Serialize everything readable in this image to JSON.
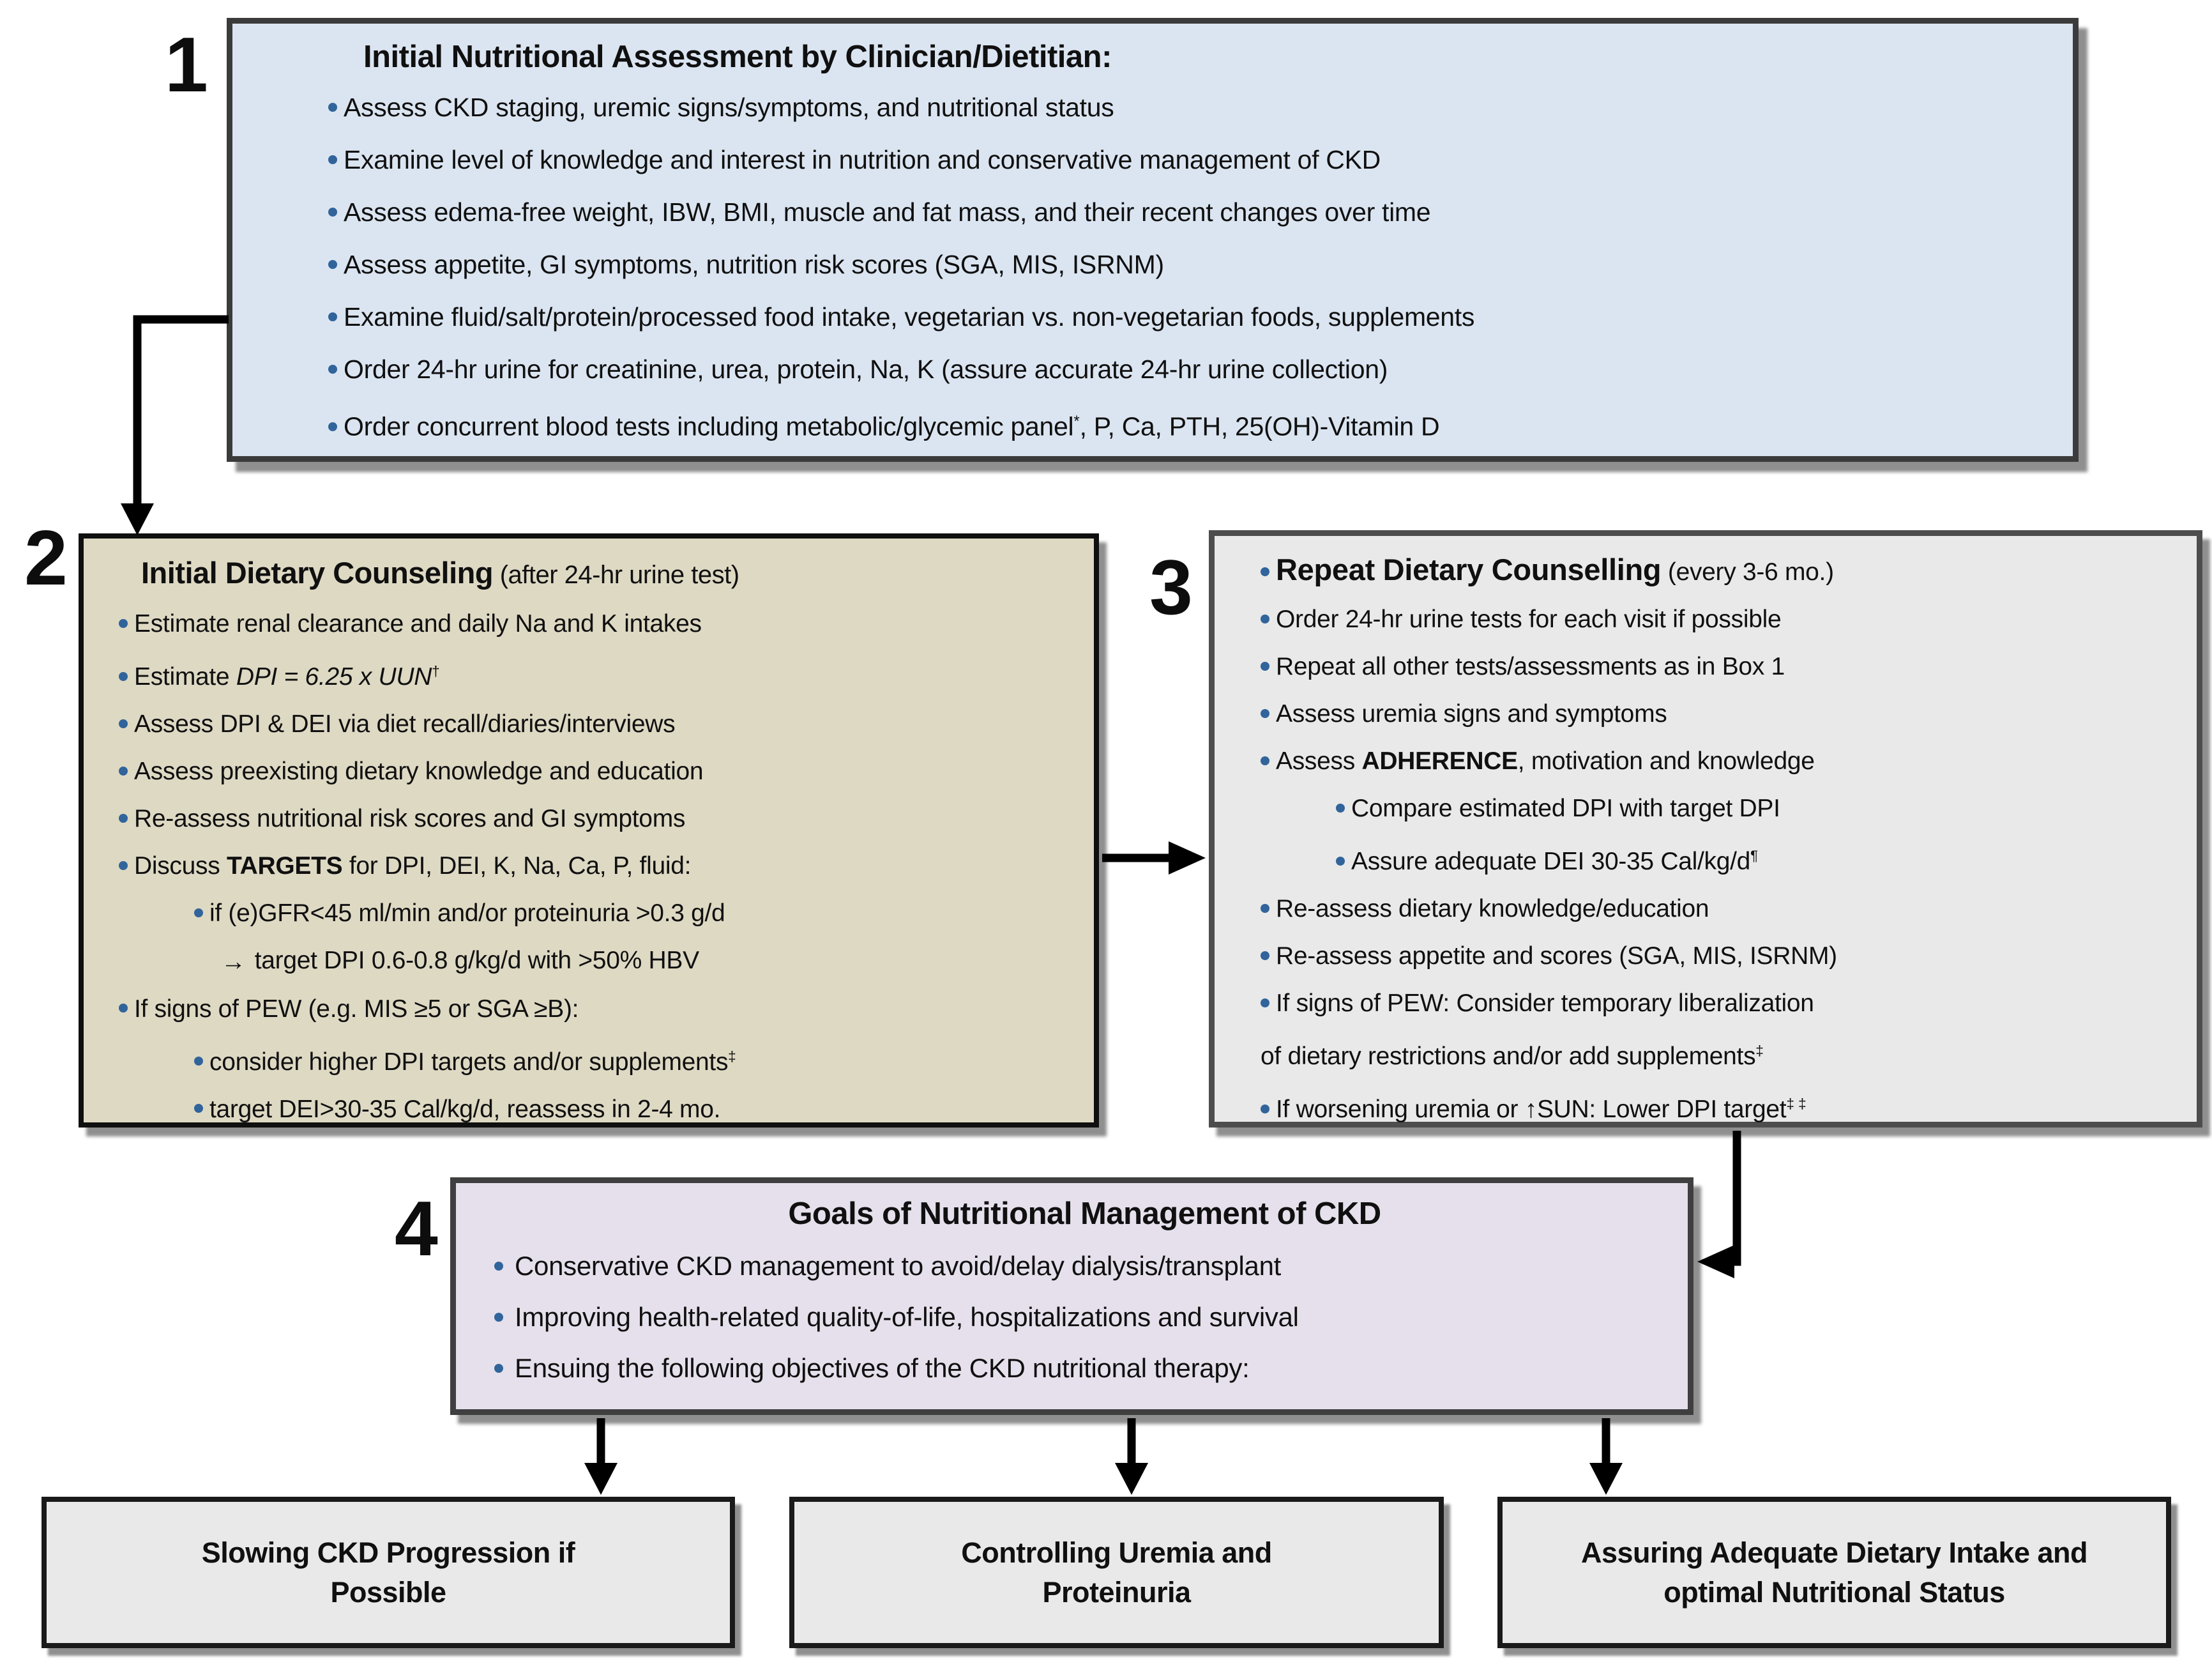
{
  "colors": {
    "box1_fill": "#dbe5f1",
    "box2_fill": "#ded9c3",
    "box3_fill": "#e9e9e9",
    "box4_fill": "#e6e0ec",
    "outcome_fill": "#e9e9e9",
    "bullet_blue": "#31649b",
    "connector": "#000000"
  },
  "steps": [
    "1",
    "2",
    "3",
    "4"
  ],
  "box1": {
    "title": "Initial Nutritional Assessment by Clinician/Dietitian:",
    "lines": [
      {
        "lvl": 1,
        "seg": [
          {
            "t": "Assess CKD staging, uremic signs/symptoms, and nutritional status"
          }
        ]
      },
      {
        "lvl": 1,
        "seg": [
          {
            "t": "Examine level of knowledge and interest in nutrition and conservative management of CKD"
          }
        ]
      },
      {
        "lvl": 1,
        "seg": [
          {
            "t": "Assess edema-free weight, IBW, BMI, muscle and fat mass, and their recent changes over time"
          }
        ]
      },
      {
        "lvl": 1,
        "seg": [
          {
            "t": "Assess appetite, GI symptoms, nutrition risk scores (SGA, MIS, ISRNM)"
          }
        ]
      },
      {
        "lvl": 1,
        "seg": [
          {
            "t": "Examine fluid/salt/protein/processed food intake, vegetarian vs. non-vegetarian foods, supplements"
          }
        ]
      },
      {
        "lvl": 1,
        "seg": [
          {
            "t": "Order 24-hr urine for creatinine, urea, protein, Na, K (assure accurate 24-hr urine collection)"
          }
        ]
      },
      {
        "lvl": 1,
        "seg": [
          {
            "t": "Order concurrent blood tests including metabolic/glycemic panel"
          },
          {
            "t": "*",
            "sup": true
          },
          {
            "t": ", P, Ca, PTH, 25(OH)-Vitamin D"
          }
        ]
      }
    ]
  },
  "box2": {
    "title_bold": "Initial Dietary Counseling",
    "title_suffix": " (after 24-hr urine test)",
    "lines": [
      {
        "lvl": 1,
        "seg": [
          {
            "t": "Estimate renal clearance and daily Na and K intakes"
          }
        ]
      },
      {
        "lvl": 1,
        "seg": [
          {
            "t": "Estimate "
          },
          {
            "t": "DPI = 6.25 x UUN",
            "i": true
          },
          {
            "t": "†",
            "sup": true
          }
        ]
      },
      {
        "lvl": 1,
        "seg": [
          {
            "t": "Assess DPI & DEI via diet recall/diaries/interviews"
          }
        ]
      },
      {
        "lvl": 1,
        "seg": [
          {
            "t": "Assess preexisting dietary knowledge and education"
          }
        ]
      },
      {
        "lvl": 1,
        "seg": [
          {
            "t": "Re-assess nutritional risk scores and GI symptoms"
          }
        ]
      },
      {
        "lvl": 1,
        "seg": [
          {
            "t": "Discuss "
          },
          {
            "t": "TARGETS",
            "b": true
          },
          {
            "t": " for DPI, DEI, K, Na, Ca, P, fluid:"
          }
        ]
      },
      {
        "lvl": 2,
        "seg": [
          {
            "t": "if (e)GFR<45 ml/min and/or proteinuria >0.3 g/d"
          }
        ]
      },
      {
        "lvl": 3,
        "arrow": true,
        "seg": [
          {
            "t": "target DPI 0.6-0.8 g/kg/d with >50% HBV"
          }
        ]
      },
      {
        "lvl": 1,
        "seg": [
          {
            "t": "If signs of PEW (e.g. MIS ≥5 or SGA ≥B):"
          }
        ]
      },
      {
        "lvl": 2,
        "seg": [
          {
            "t": "consider higher DPI targets and/or supplements"
          },
          {
            "t": "‡",
            "sup": true
          }
        ]
      },
      {
        "lvl": 2,
        "seg": [
          {
            "t": "target DEI>30-35 Cal/kg/d, reassess in 2-4 mo."
          }
        ]
      }
    ]
  },
  "box3": {
    "lines": [
      {
        "lvl": 1,
        "seg": [
          {
            "t": "Repeat Dietary Counselling",
            "ttl": true
          },
          {
            "t": " (every 3-6 mo.)"
          }
        ]
      },
      {
        "lvl": 1,
        "seg": [
          {
            "t": "Order 24-hr urine tests for each visit if possible"
          }
        ]
      },
      {
        "lvl": 1,
        "seg": [
          {
            "t": "Repeat all other tests/assessments as in Box 1"
          }
        ]
      },
      {
        "lvl": 1,
        "seg": [
          {
            "t": "Assess uremia signs and symptoms"
          }
        ]
      },
      {
        "lvl": 1,
        "seg": [
          {
            "t": "Assess "
          },
          {
            "t": "ADHERENCE",
            "b": true
          },
          {
            "t": ", motivation and knowledge"
          }
        ]
      },
      {
        "lvl": 2,
        "seg": [
          {
            "t": "Compare estimated DPI with target DPI"
          }
        ]
      },
      {
        "lvl": 2,
        "seg": [
          {
            "t": "Assure adequate DEI 30-35 Cal/kg/d"
          },
          {
            "t": "¶",
            "sup": true
          }
        ]
      },
      {
        "lvl": 1,
        "seg": [
          {
            "t": "Re-assess dietary knowledge/education"
          }
        ]
      },
      {
        "lvl": 1,
        "seg": [
          {
            "t": "Re-assess appetite and scores (SGA, MIS, ISRNM)"
          }
        ]
      },
      {
        "lvl": 1,
        "seg": [
          {
            "t": "If signs of PEW: Consider temporary liberalization"
          }
        ]
      },
      {
        "cont": true,
        "seg": [
          {
            "t": "of dietary restrictions and/or add supplements"
          },
          {
            "t": "‡",
            "sup": true
          }
        ]
      },
      {
        "lvl": 1,
        "seg": [
          {
            "t": "If worsening uremia or ↑SUN: Lower DPI target"
          },
          {
            "t": "‡ ‡",
            "sup": true
          }
        ]
      }
    ]
  },
  "box4": {
    "title": "Goals of Nutritional Management of CKD",
    "lines": [
      {
        "lvl": 1,
        "seg": [
          {
            "t": "Conservative CKD management to avoid/delay dialysis/transplant"
          }
        ]
      },
      {
        "lvl": 1,
        "seg": [
          {
            "t": "Improving health-related quality-of-life, hospitalizations and survival"
          }
        ]
      },
      {
        "lvl": 1,
        "seg": [
          {
            "t": "Ensuing the following objectives of the CKD nutritional therapy:"
          }
        ]
      }
    ]
  },
  "outcomes": [
    {
      "label": "Slowing CKD Progression if Possible"
    },
    {
      "label": "Controlling Uremia and Proteinuria"
    },
    {
      "label": "Assuring Adequate Dietary Intake and optimal Nutritional Status"
    }
  ]
}
